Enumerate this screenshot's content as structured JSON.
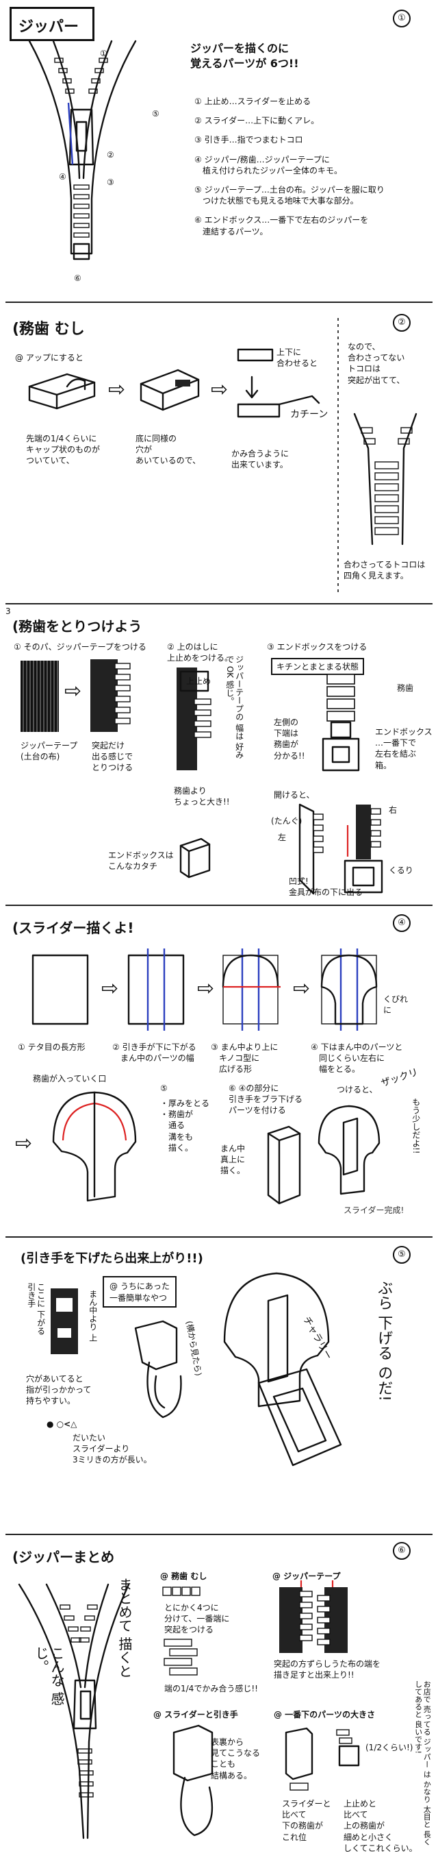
{
  "s1": {
    "title": "ジッパー",
    "num": "①",
    "heading": "ジッパーを描くのに\n覚えるパーツが 6つ!!",
    "items": [
      "① 上止め…スライダーを止める",
      "② スライダー…上下に動くアレ。",
      "③ 引き手…指でつまむトコロ",
      "④ ジッパー/務歯…ジッパーテープに\n　植え付けられたジッパー全体のキモ。",
      "⑤ ジッパーテープ…土台の布。ジッパーを服に取り\n　つけた状態でも見える地味で大事な部分。",
      "⑥ エンドボックス…一番下で左右のジッパーを\n　連結するパーツ。"
    ],
    "labels": [
      "①",
      "②",
      "③",
      "④",
      "⑤",
      "⑥"
    ]
  },
  "s2": {
    "num": "②",
    "title": "(務歯 むし",
    "up": "@ アップにすると",
    "cap1": "先端の1/4くらいに\nキャップ状のものが\nついていて、",
    "cap2": "底に同様の\n穴が\nあいているので、",
    "cap3": "上下に\n合わせると",
    "click": "カチーン",
    "cap4": "かみ合うように\n出来ています。",
    "right1": "なので、\n合わさってない\nトコロは\n突起が出てて、",
    "right2": "合わさってるトコロは\n四角く見えます。"
  },
  "s3": {
    "num": "3",
    "title": "(務歯をとりつけよう",
    "sub1": "① そのパ、ジッパーテープをつける",
    "sub2": "② 上のはしに\n上止めをつける。",
    "sub3": "③ エンドボックスをつける",
    "note3": "キチンとまとまる状態",
    "tape": "ジッパーテープ\n(土台の布)",
    "tape2": "突起だけ\n出る感じで\nとりつける",
    "top": "上止め",
    "vert": "ジッパーテープの\n幅は\n好み\nで\nOK\n感じ。",
    "musi": "務歯より\nちょっと大き!!",
    "endbox": "エンドボックスは\nこんなカタチ",
    "musi2": "務歯",
    "left_note": "左側の\n下端は\n務歯が\n分かる!!",
    "endbox2": "エンドボックス\n…一番下で\n左右を結ぶ\n箱。",
    "open": "開けると、",
    "left": "左",
    "right": "右",
    "tan": "(たんぐ)",
    "bottom": "凹式!\n金具が布の下に出る",
    "kuruhi": "くるり"
  },
  "s4": {
    "num": "④",
    "title": "(スライダー描くよ!",
    "c1": "① テタ目の長方形",
    "c2": "② 引き手が下に下がる\n　まん中のパーツの幅",
    "c3": "③ まん中より上に\n　キノコ型に\n　広げる形",
    "c4": "④ 下はまん中のパーツと\n　同じくらい左右に\n　幅をとる。",
    "c4b": "くびれ\nに",
    "note": "務歯が入っていく口",
    "five": "⑤",
    "p5": "・厚みをとる\n・務歯が\n　通る\n　溝をも\n　描く。",
    "six": "⑥ ④の部分に\n引き手をブラ下げる\nパーツを付ける",
    "mid": "まん中\n真上に\n描く。",
    "attach": "つけると、",
    "done": "スライダー完成!",
    "zaza": "ザックリ",
    "more": "もう少しだよ!!"
  },
  "s5": {
    "num": "⑤",
    "title": "(引き手を下げたら出来上がり!!)",
    "box": "@ うちにあった\n一番簡単なやつ",
    "vtext": "ここに\n下がる\n引き手",
    "mid": "まん中より\n上",
    "hole": "穴があいてると\n指が引っかかって\n持ちやすい。",
    "shapes": "● ○<△",
    "sub": "だいたい\nスライダーより\n3ミリきの方が長い。",
    "side": "(横から見たら)",
    "chara": "チャラリー",
    "drop": "ぶら下げるのだ!!",
    "vsub": "ぶら\n下げる\nのだ!"
  },
  "s6": {
    "num": "⑥",
    "title": "(ジッパーまとめ",
    "vtext1": "まとめて\n描くと",
    "vtext2": "こんな\n感じ。",
    "h1": "@ 務歯 むし",
    "t1": "とにかく4つに\n分けて、一番端に\n突起をつける",
    "t1b": "端の1/4でかみ合う感じ!!",
    "h2": "@ ジッパーテープ",
    "t2": "突起の方ずらしうた布の端を\n描き足すと出来上り!!",
    "h3": "@ スライダーと引き手",
    "t3": "表裏から\n見てこうなる\nことも\n結構ある。",
    "h4": "@ 一番下のパーツの大きさ",
    "t4": "スライダーと\n比べて\n下の務歯が\nこれ位",
    "t4b": "上止めと\n比べて\n上の務歯が\n細めと小さく\nしくてこれくらい。",
    "right": "お店で\n売ってる\nジッパー\nは\nかなり\n太目と\n長くしてあると\n良いです!",
    "kurai": "(1/2くらい!)"
  }
}
